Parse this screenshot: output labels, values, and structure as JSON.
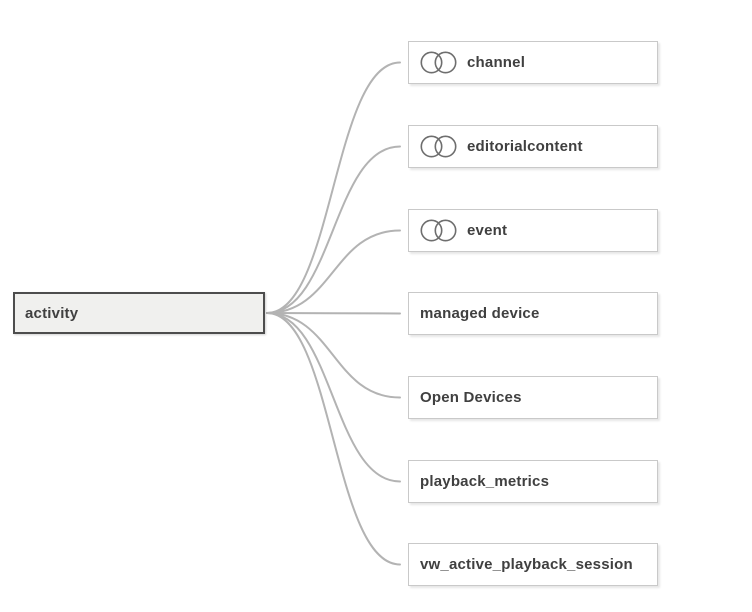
{
  "diagram": {
    "source": {
      "label": "activity"
    },
    "targets": [
      {
        "label": "channel",
        "venn_icon": true
      },
      {
        "label": "editorialcontent",
        "venn_icon": true
      },
      {
        "label": "event",
        "venn_icon": true
      },
      {
        "label": "managed device",
        "venn_icon": false
      },
      {
        "label": "Open Devices",
        "venn_icon": false
      },
      {
        "label": "playback_metrics",
        "venn_icon": false
      },
      {
        "label": "vw_active_playback_session",
        "venn_icon": false
      }
    ],
    "colors": {
      "link_stroke": "#b3b3b3",
      "source_fill": "#f0f0ee",
      "source_border": "#4d4d4d",
      "target_fill": "#ffffff",
      "target_border": "#c9c9c9",
      "label_text": "#404040",
      "venn_icon_stroke": "#6e6e6e"
    }
  }
}
